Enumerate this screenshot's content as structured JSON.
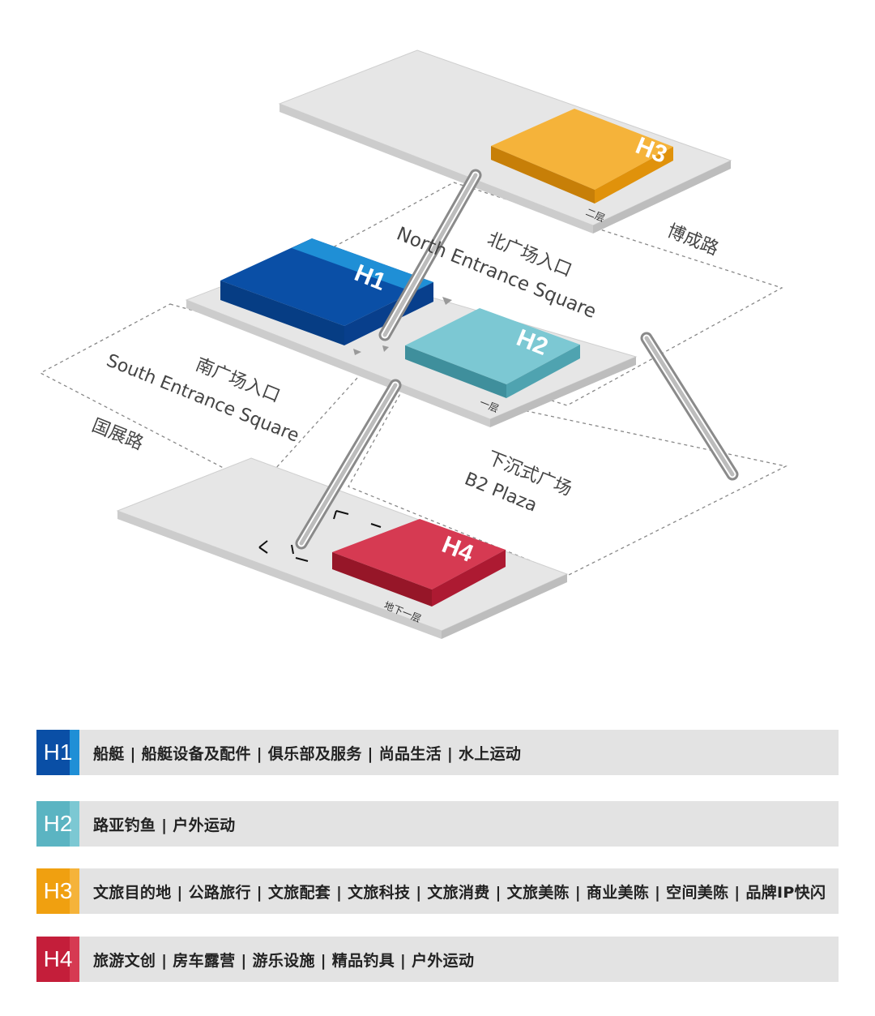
{
  "halls": [
    {
      "id": "H1",
      "floor": "",
      "color": "#0a4fa6",
      "color_light": "#1f8fd6",
      "color_dark": "#063d84"
    },
    {
      "id": "H2",
      "floor": "一层",
      "color": "#5bb4c2",
      "color_light": "#7cc8d3",
      "color_dark": "#3f8f9c"
    },
    {
      "id": "H3",
      "floor": "二层",
      "color": "#f0a010",
      "color_light": "#f5b33a",
      "color_dark": "#c77f08"
    },
    {
      "id": "H4",
      "floor": "地下一层",
      "color": "#c41e3a",
      "color_light": "#d63a52",
      "color_dark": "#961628"
    }
  ],
  "labels": {
    "north_cn": "北广场入口",
    "north_en": "North Entrance Square",
    "south_cn": "南广场入口",
    "south_en": "South Entrance Square",
    "b2_cn": "下沉式广场",
    "b2_en": "B2 Plaza",
    "road_east": "博成路",
    "road_west": "国展路"
  },
  "legend": [
    {
      "id": "H1",
      "text": "船艇 | 船艇设备及配件 | 俱乐部及服务 | 尚品生活 | 水上运动",
      "color": "#0a4fa6",
      "stripe": "#1f8fd6"
    },
    {
      "id": "H2",
      "text": "路亚钓鱼 | 户外运动",
      "color": "#5bb4c2",
      "stripe": "#7cc8d3"
    },
    {
      "id": "H3",
      "text": "文旅目的地 | 公路旅行 | 文旅配套 | 文旅科技 | 文旅消费 | 文旅美陈 | 商业美陈 | 空间美陈 | 品牌IP快闪",
      "color": "#f0a010",
      "stripe": "#f5b33a"
    },
    {
      "id": "H4",
      "text": "旅游文创 | 房车露营 | 游乐设施 | 精品钓具 | 户外运动",
      "color": "#c41e3a",
      "stripe": "#d63a52"
    }
  ]
}
